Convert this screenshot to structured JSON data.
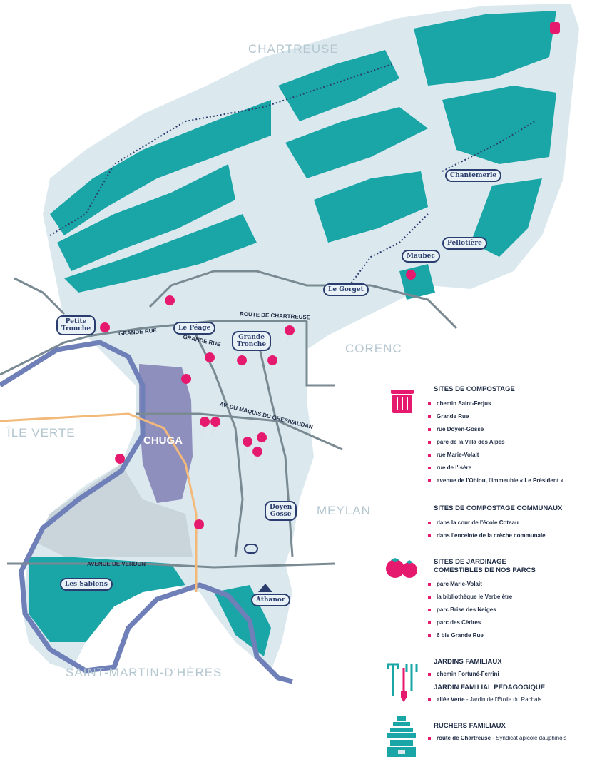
{
  "regions": {
    "chartreuse": "CHARTREUSE",
    "corenc": "CORENC",
    "ile_verte": "ÎLE VERTE",
    "meylan": "MEYLAN",
    "saint_martin": "SAINT-MARTIN-D'HÈRES"
  },
  "places": {
    "chantemerle": "Chantemerle",
    "pellotiere": "Pellotière",
    "maubec": "Maubec",
    "le_gorget": "Le Gorget",
    "petite_tronche_1": "Petite",
    "petite_tronche_2": "Tronche",
    "le_peage": "Le Péage",
    "grande_tronche_1": "Grande",
    "grande_tronche_2": "Tronche",
    "doyen_gosse_1": "Doyen",
    "doyen_gosse_2": "Gosse",
    "les_sablons": "Les Sablons",
    "athanor": "Athanor",
    "chuga": "CHUGA"
  },
  "roads": {
    "route_chartreuse": "ROUTE DE CHARTREUSE",
    "grande_rue_1": "GRANDE RUE",
    "grande_rue_2": "GRANDE RUE",
    "maquis": "AV. DU MAQUIS DU GRÉSIVAUDAN",
    "verdun": "AVENUE DE VERDUN"
  },
  "legend": {
    "compostage": {
      "title": "SITES DE COMPOSTAGE",
      "items": [
        "chemin Saint-Ferjus",
        "Grande Rue",
        "rue Doyen-Gosse",
        "parc de la Villa des Alpes",
        "rue Marie-Volait",
        "rue de l'Isère",
        "avenue de l'Obiou, l'immeuble « Le Président »"
      ]
    },
    "compostage_communaux": {
      "title": "SITES DE COMPOSTAGE COMMUNAUX",
      "items": [
        "dans la cour de l'école Coteau",
        "dans l'enceinte de la crèche communale"
      ]
    },
    "jardinage": {
      "title_1": "SITES DE JARDINAGE",
      "title_2": "COMESTIBLES DE NOS PARCS",
      "items": [
        "parc Marie-Volait",
        "la bibliothèque le Verbe être",
        "parc Brise des Neiges",
        "parc des Cèdres",
        "6 bis Grande Rue"
      ]
    },
    "jardins_familiaux": {
      "title": "JARDINS FAMILIAUX",
      "items": [
        "chemin Fortuné-Ferrini"
      ]
    },
    "jardin_pedagogique": {
      "title": "JARDIN FAMILIAL PÉDAGOGIQUE",
      "item_bold": "allée Verte",
      "item_rest": " - Jardin de l'Étoile du Rachais"
    },
    "ruchers": {
      "title": "RUCHERS FAMILIAUX",
      "item_bold": "route de Chartreuse",
      "item_rest": " - Syndicat apicole dauphinois"
    }
  },
  "colors": {
    "teal": "#1aa5a7",
    "territory": "#dbe9ef",
    "urban": "#c9d5db",
    "roads": "#7a8a93",
    "river": "#6f7fb8",
    "chuga": "#8f8fbe",
    "marker": "#e5196d",
    "tram": "#f2b97a",
    "navy": "#2b3d6e"
  }
}
